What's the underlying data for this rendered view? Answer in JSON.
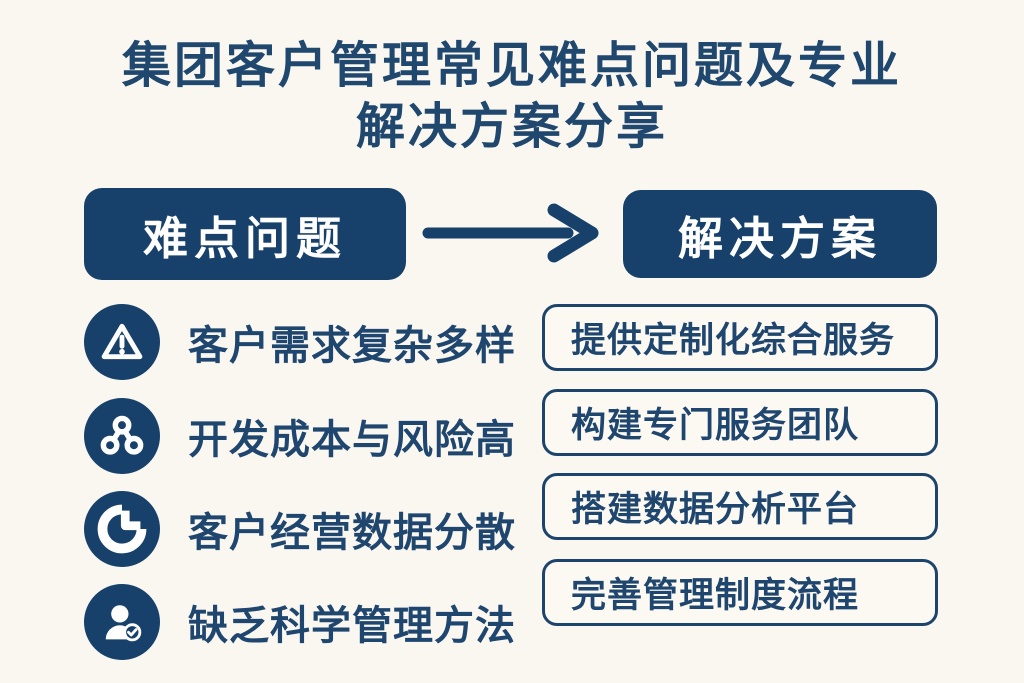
{
  "title": {
    "line1": "集团客户管理常见难点问题及专业",
    "line2": "解决方案分享"
  },
  "flow": {
    "problem_header": "难点问题",
    "solution_header": "解决方案",
    "connector": "right-arrow"
  },
  "problems": [
    {
      "icon": "warning-icon",
      "label": "客户需求复杂多样"
    },
    {
      "icon": "network-icon",
      "label": "开发成本与风险高"
    },
    {
      "icon": "pie-chart-icon",
      "label": "客户经营数据分散"
    },
    {
      "icon": "user-check-icon",
      "label": "缺乏科学管理方法"
    }
  ],
  "solutions": [
    {
      "label": "提供定制化综合服务"
    },
    {
      "label": "构建专门服务团队"
    },
    {
      "label": "搭建数据分析平台"
    },
    {
      "label": "完善管理制度流程"
    }
  ],
  "colors": {
    "navy": "#17416b",
    "title_text": "#20486f",
    "background": "#faf7f0",
    "card_background": "#fcf9f2",
    "badge_text": "#ffffff"
  }
}
